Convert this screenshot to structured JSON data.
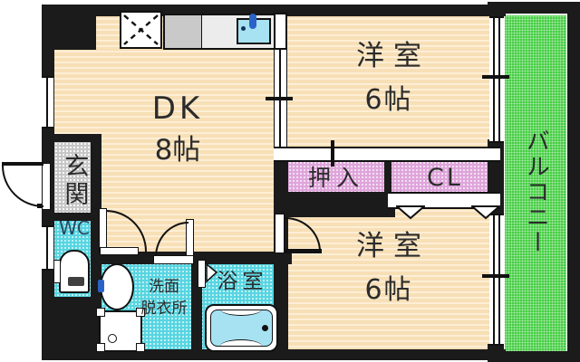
{
  "rooms": {
    "dining_kitchen": {
      "label": "DK",
      "size": "8帖"
    },
    "western_room_top": {
      "label": "洋室",
      "size": "6帖"
    },
    "western_room_bottom": {
      "label": "洋室",
      "size": "6帖"
    },
    "oshiire_closet": {
      "label": "押入"
    },
    "closet": {
      "label": "CL"
    },
    "entrance": {
      "label": "玄関"
    },
    "toilet": {
      "label": "WC"
    },
    "washroom": {
      "label_lines": [
        "洗面",
        "脱衣所"
      ]
    },
    "bathroom": {
      "label": "浴室"
    },
    "balcony": {
      "label": "バルコニー"
    }
  },
  "colors": {
    "wall": "#1b1b1b",
    "room_floor": "#f7dfb6",
    "floor_stripe": "#fdeed6",
    "wet_area_fill": "#57d5e1",
    "closet_fill": "#dfa5db",
    "balcony_fill": "#47ce45",
    "entrance_fill": "#c7c7c7",
    "fixture_water": "#a7e2f2",
    "faucet_blue": "#2a62c8"
  }
}
